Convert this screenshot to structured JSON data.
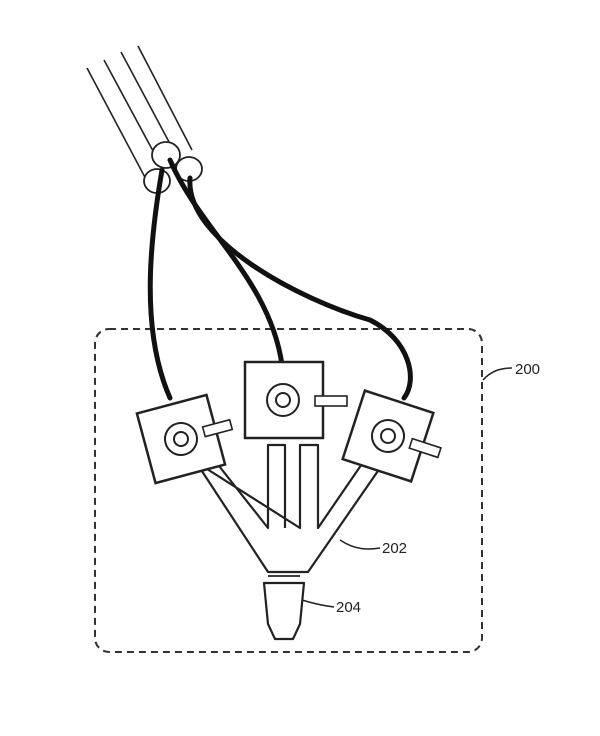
{
  "labels": {
    "box": "200",
    "manifold": "202",
    "tip": "204"
  },
  "colors": {
    "line": "#111111",
    "background": "#ffffff"
  }
}
